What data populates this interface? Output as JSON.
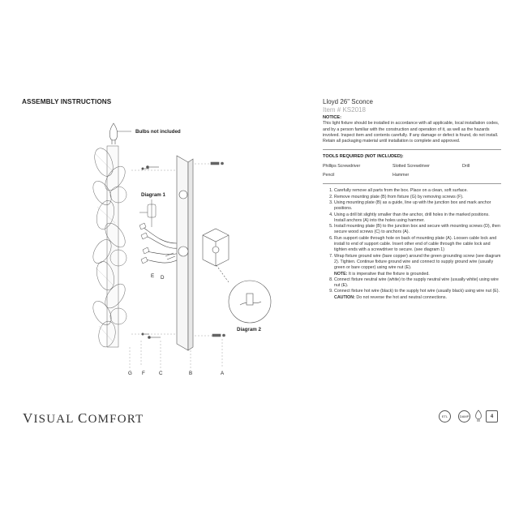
{
  "page": {
    "heading": "ASSEMBLY INSTRUCTIONS",
    "brand_v": "V",
    "brand_isual": "ISUAL",
    "brand_c": "C",
    "brand_omfort": "OMFORT"
  },
  "diagram": {
    "bulbs_label": "Bulbs not included",
    "diagram1_label": "Diagram 1",
    "diagram2_label": "Diagram 2",
    "part_labels": [
      "G",
      "F",
      "C",
      "B",
      "A",
      "E",
      "D"
    ]
  },
  "product": {
    "title": "Lloyd 26\" Sconce",
    "item_number": "Item # KS2018"
  },
  "notice": {
    "heading": "NOTICE:",
    "text": "This light fixture should be installed in accordance with all applicable, local installation codes, and by a person familiar with the construction and operation of it, as well as the hazards involved. Inspect item and contents carefully. If any damage or defect is found, do not install. Retain all packaging material until installation is complete and approved."
  },
  "tools": {
    "heading": "TOOLS REQUIRED (NOT INCLUDED):",
    "items": [
      "Phillips Screwdriver",
      "Slotted Screwdriver",
      "Drill",
      "Pencil",
      "Hammer",
      ""
    ]
  },
  "steps": [
    "Carefully remove all parts from the box. Place on a clean, soft surface.",
    "Remove mounting plate (B) from fixture (G) by removing screws (F).",
    "Using mounting plate (B) as a guide, line up with the junction box and mark anchor positions.",
    "Using a drill bit slightly smaller than the anchor, drill holes in the marked positions. Install anchors (A) into the holes using hammer.",
    "Install mounting plate (B) to the junction box and secure with mounting screws (D), then secure wood screws (C) to anchors (A).",
    "Run support cable through hole on back of mounting plate (A). Loosen cable lock and install to end of support cable. Insert other end of cable through the cable lock and tighten ends with a screwdriver to secure. (see diagram 1)",
    "Wrap fixture ground wire (bare copper) around the green grounding screw (see diagram 2). Tighten. Continue fixture ground wire and connect to supply ground wire (usually green or bare copper) using wire nut (E).",
    "Connect fixture neutral wire (white) to the supply neutral wire (usually white) using wire nut (E).",
    "Connect fixture hot wire (black) to the supply hot wire (usually black) using wire nut (E)."
  ],
  "note": {
    "label": "NOTE:",
    "text": " It is imperative that the fixture is grounded."
  },
  "caution": {
    "label": "CAUTION:",
    "text": " Do not reverse the hot and neutral connections."
  },
  "badges": {
    "etl": "ETL",
    "damp": "DAMP",
    "count": "4"
  }
}
